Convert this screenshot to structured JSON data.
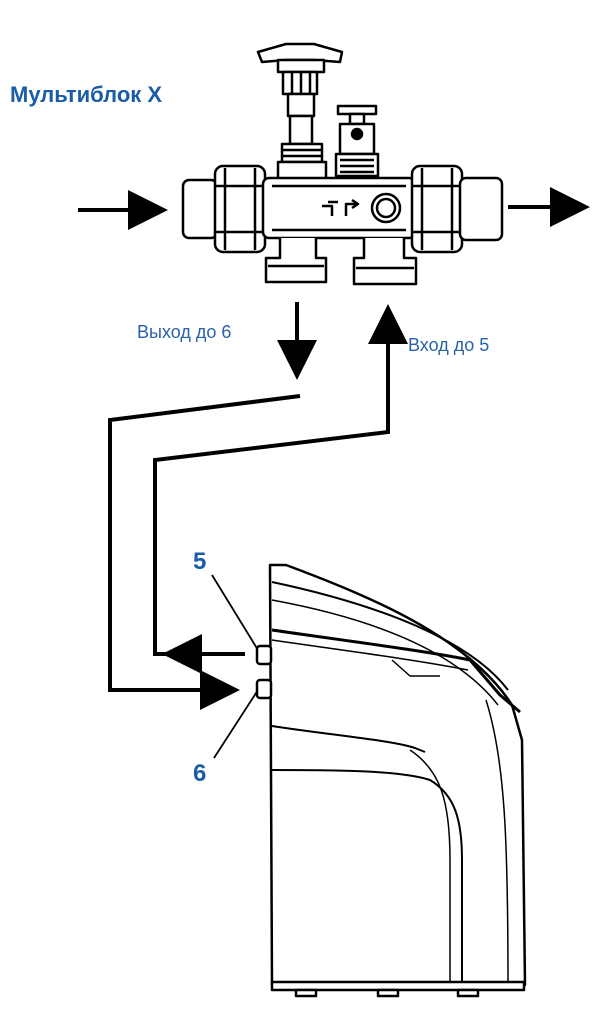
{
  "title": "Мультиблок X",
  "labels": {
    "outlet": "Выход до 6",
    "inlet": "Вход до 5"
  },
  "ports": {
    "port_5": "5",
    "port_6": "6"
  },
  "colors": {
    "label_blue": "#1f5fa8",
    "line": "#000000"
  }
}
